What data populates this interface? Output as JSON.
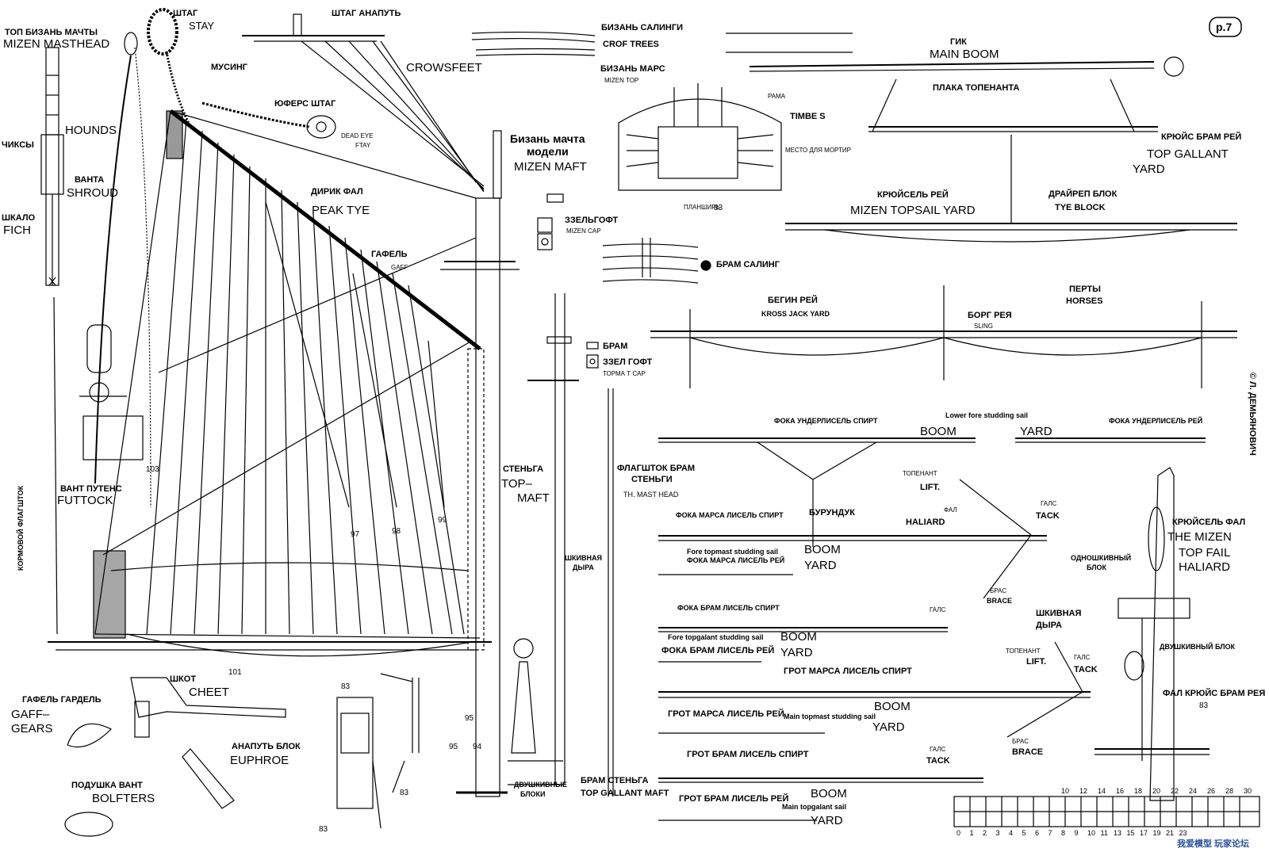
{
  "sheet": {
    "page_number": "p.7",
    "copyright": "© Л. ДЕМЬЯНОВИЧ",
    "watermark": "我爱模型 玩家论坛"
  },
  "labels": {
    "top_mizen_ru": "ТОП БИЗАНЬ МАЧТЫ",
    "top_mizen_en": "MIZEN MASTHEAD",
    "stay_ru": "ШТАГ",
    "stay_en": "STAY",
    "mousing_ru": "МУСИНГ",
    "crowsfeet_ru": "ШТАГ АНАПУТЬ",
    "crowsfeet_en": "CROWSFEET",
    "yufers_ru": "ЮФЕРС ШТАГ",
    "deadeye_en": "DEAD EYE",
    "deadeye_en2": "FTAY",
    "chiksy_ru": "ЧИКСЫ",
    "hounds_en": "HOUNDS",
    "vanta_ru": "ВАНТА",
    "shroud_en": "SHROUD",
    "shkalo_ru": "ШКАЛО",
    "fich_en": "FICH",
    "peak_ru": "ДИРИК ФАЛ",
    "peak_en": "PEAK TYE",
    "gaff_ru": "ГАФЕЛЬ",
    "gaff_en": "GAFF",
    "mizen_mast_ru": "Бизань мачта",
    "mizen_mast_ru2": "модели",
    "mizen_mast_en": "MIZEN MAFT",
    "futtock_ru": "ВАНТ ПУТЕНС",
    "futtock_en": "FUTTOCK",
    "flagstaff_ru": "КОРМОВОЙ ФЛАГШТОК",
    "topmast_ru": "СТЕНЬГА",
    "topmast_en1": "TOP–",
    "topmast_en2": "MAFT",
    "flagstaff_top_ru": "ФЛАГШТОК БРАМ",
    "flagstaff_top_ru2": "СТЕНЬГИ",
    "mast_head_en": "TH. MAST HEAD",
    "sheave_hole_ru": "ШКИВНАЯ",
    "sheave_hole_ru2": "ДЫРА",
    "double_blocks_ru": "ДВУШКИВНЫЕ",
    "double_blocks_ru2": "БЛОКИ",
    "topgallant_ru": "БРАМ СТЕНЬГА",
    "topgallant_en": "TOP GALLANT MAFT",
    "sheet_ru": "ШКОТ",
    "sheet_en": "CHEET",
    "gaff_gears_ru": "ГАФЕЛЬ ГАРДЕЛЬ",
    "gaff_gears_en1": "GAFF–",
    "gaff_gears_en2": "GEARS",
    "euphroe_ru": "АНАПУТЬ БЛОК",
    "euphroe_en": "EUPHROE",
    "bolsters_ru": "ПОДУШКА ВАНТ",
    "bolsters_en": "BOLFTERS",
    "crosstrees_ru": "БИЗАНЬ САЛИНГИ",
    "crosstrees_en": "CROF TREES",
    "mizen_top_ru": "БИЗАНЬ МАРС",
    "mizen_top_en": "MIZEN TOP",
    "frame_ru": "РАМА",
    "timbers_en": "TIMBE S",
    "mortar_ru": "МЕСТО ДЛЯ МОРТИР",
    "planks_ru": "ПЛАНШИРЬ",
    "mizen_cap_ru": "ЗЗЕЛЬГОФТ",
    "mizen_cap_en": "MIZEN CAP",
    "tg_crosstree_ru": "БРАМ САЛИНГ",
    "bram_ru": "БРАМ",
    "topmast_cap_ru": "ЗЗЕЛ ГОФТ",
    "topmast_cap_en": "ТОРМА Т CAP",
    "main_boom_ru": "ГИК",
    "main_boom_en": "MAIN BOOM",
    "lift_plate_ru": "ПЛАКА ТОПЕНАНТА",
    "tg_yard_ru": "КРЮЙС БРАМ РЕЙ",
    "tg_yard_en": "TOP GALLANT",
    "tg_yard_en2": "YARD",
    "mizen_topsail_ru": "КРЮЙСЕЛЬ РЕЙ",
    "mizen_topsail_en": "MIZEN TOPSAIL YARD",
    "tye_block_ru": "ДРАЙРЕП БЛОК",
    "tye_block_en": "TYE BLOCK",
    "horses_ru": "ПЕРТЫ",
    "horses_en": "HORSES",
    "cross_jack_ru": "БЕГИН РЕЙ",
    "cross_jack_en": "KROSS JACK YARD",
    "sling_ru": "БОРГ РЕЯ",
    "sling_en": "SLING",
    "fore_lower_boom_ru": "ФОКА УНДЕРЛИСЕЛЬ СПИРТ",
    "lower_fore_ss_en": "Lower fore studding sail",
    "fore_lower_yard_ru": "ФОКА УНДЕРЛИСЕЛЬ РЕЙ",
    "boom_en": "BOOM",
    "yard_en": "YARD",
    "burunduk_ru": "БУРУНДУК",
    "lift_ru": "ТОПЕНАНТ",
    "lift_en": "LIFT.",
    "halyard_ru": "ФАЛ",
    "halyard_en": "HALIARD",
    "tack_ru": "ГАЛС",
    "tack_en": "TACK",
    "brace_ru": "БРАС",
    "brace_en": "BRACE",
    "fore_topmast_boom_ru": "ФОКА МАРСА ЛИСЕЛЬ СПИРТ",
    "fore_topmast_ss_en": "Fore topmast studding sail",
    "fore_topmast_yard_ru": "ФОКА МАРСА ЛИСЕЛЬ РЕЙ",
    "fore_tg_boom_ru": "ФОКА БРАМ ЛИСЕЛЬ СПИРТ",
    "fore_tg_ss_en": "Fore topgalant studding sail",
    "fore_tg_yard_ru": "ФОКА БРАМ ЛИСЕЛЬ РЕЙ",
    "main_topmast_boom_ru": "ГРОТ МАРСА ЛИСЕЛЬ СПИРТ",
    "main_topmast_yard_ru": "ГРОТ МАРСА ЛИСЕЛЬ РЕЙ",
    "main_topmast_ss_en": "Main topmast studding sail",
    "main_tg_boom_ru": "ГРОТ БРАМ ЛИСЕЛЬ СПИРТ",
    "main_tg_yard_ru": "ГРОТ БРАМ ЛИСЕЛЬ РЕЙ",
    "main_tg_ss_en": "Main topgalant sail",
    "topsail_halyard_ru": "КРЮЙСЕЛЬ ФАЛ",
    "topsail_halyard_en1": "THE MIZEN",
    "topsail_halyard_en2": "TOP FAIL",
    "topsail_halyard_en3": "HALIARD",
    "single_block_ru": "ОДНОШКИВНЫЙ",
    "single_block_ru2": "БЛОК",
    "double_block_ru": "ДВУШКИВНЫЙ БЛОК",
    "sheave_hole2_ru": "ШКИВНАЯ",
    "sheave_hole2_ru2": "ДЫРА",
    "tg_halyard_ru": "ФАЛ КРЮЙС БРАМ РЕЯ",
    "ref_83": "83",
    "ref_103": "103",
    "ref_97": "97",
    "ref_98": "98",
    "ref_99": "99",
    "ref_101": "101",
    "ref_95": "95",
    "ref_94": "94"
  },
  "scale": {
    "top_ticks": [
      "10",
      "12",
      "14",
      "16",
      "18",
      "20",
      "22",
      "24",
      "26",
      "28",
      "30"
    ],
    "bottom_ticks": [
      "0",
      "1",
      "2",
      "3",
      "4",
      "5",
      "6",
      "7",
      "8",
      "9",
      "10",
      "11",
      "13",
      "15",
      "17",
      "19",
      "21",
      "23"
    ]
  }
}
